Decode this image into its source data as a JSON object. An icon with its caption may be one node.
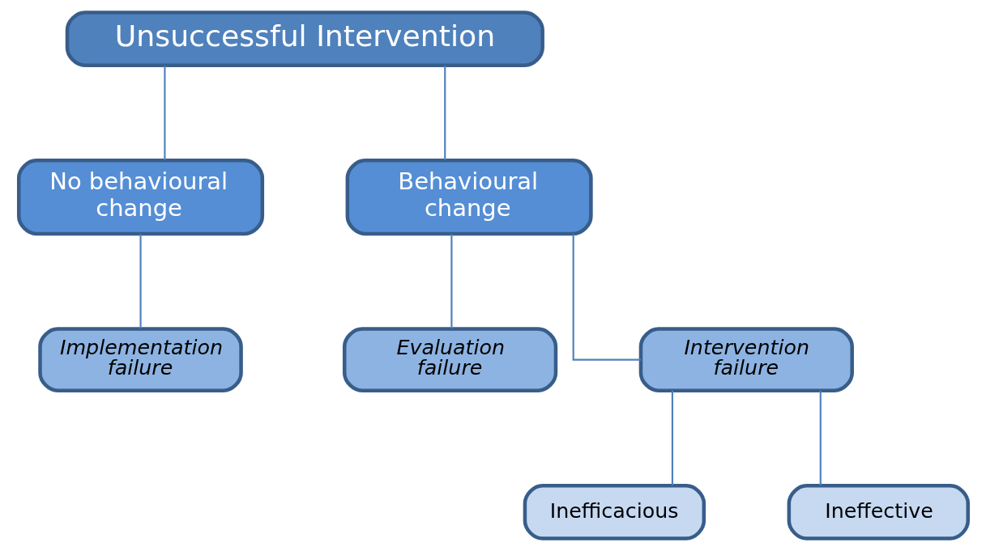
{
  "diagram": {
    "nodes": [
      {
        "text": [
          "Unsuccessful Intervention"
        ]
      },
      {
        "text": [
          "No behavioural change"
        ]
      },
      {
        "text": [
          "Behavioural change"
        ]
      },
      {
        "text": [
          "Implementation failure"
        ]
      },
      {
        "text": [
          "Evaluation failure"
        ]
      },
      {
        "text": [
          "Intervention failure"
        ]
      },
      {
        "text": [
          "Inefficacious"
        ]
      },
      {
        "text": [
          "Ineffective"
        ]
      }
    ],
    "edges": [
      {
        "from": 0,
        "to": 1,
        "arrow": "none"
      },
      {
        "from": 0,
        "to": 2,
        "arrow": "none"
      },
      {
        "from": 1,
        "to": 3,
        "arrow": "none"
      },
      {
        "from": 2,
        "to": 4,
        "arrow": "none"
      },
      {
        "from": 2,
        "to": 5,
        "arrow": "none"
      },
      {
        "from": 5,
        "to": 6,
        "arrow": "none"
      },
      {
        "from": 5,
        "to": 7,
        "arrow": "none"
      }
    ]
  }
}
